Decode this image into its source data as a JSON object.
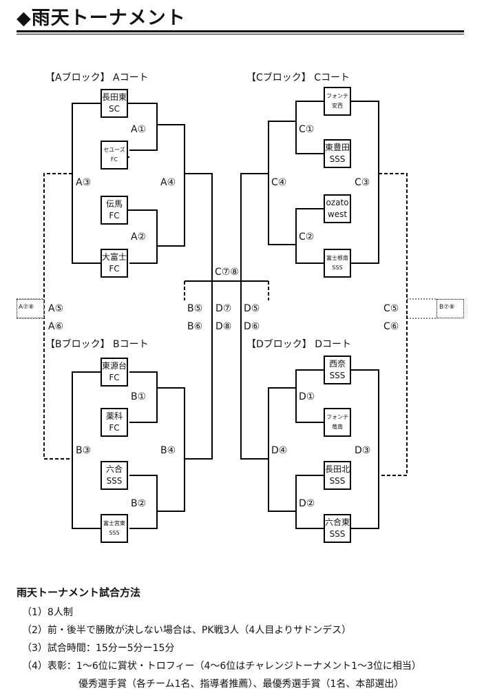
{
  "title": "◆雨天トーナメント",
  "blocks": {
    "A": "【Aブロック】 Aコート",
    "B": "【Bブロック】 Bコート",
    "C": "【Cブロック】 Cコート",
    "D": "【Dブロック】 Dコート"
  },
  "teams": {
    "a1": [
      "長田東",
      "SC"
    ],
    "a2": [
      "セユーズ",
      "FC"
    ],
    "a3": [
      "伝馬",
      "FC"
    ],
    "a4": [
      "大富士",
      "FC"
    ],
    "b1": [
      "東源台",
      "FC"
    ],
    "b2": [
      "薬科",
      "FC"
    ],
    "b3": [
      "六合",
      "SSS"
    ],
    "b4": [
      "富士宮東",
      "SSS"
    ],
    "c1": [
      "フォンテ",
      "安西"
    ],
    "c2": [
      "東豊田",
      "SSS"
    ],
    "c3": [
      "ozato",
      "west"
    ],
    "c4": [
      "富士根南",
      "SSS"
    ],
    "d1": [
      "西奈",
      "SSS"
    ],
    "d2": [
      "フォンテ",
      "竜南"
    ],
    "d3": [
      "長田北",
      "SSS"
    ],
    "d4": [
      "六合東",
      "SSS"
    ]
  },
  "matches": {
    "A1": "A①",
    "A2": "A②",
    "A3": "A③",
    "A4": "A④",
    "A5": "A⑤",
    "A6": "A⑥",
    "A78": "A⑦⑧",
    "B1": "B①",
    "B2": "B②",
    "B3": "B③",
    "B4": "B④",
    "B5": "B⑤",
    "B6": "B⑥",
    "B78": "B⑦⑧",
    "C1": "C①",
    "C2": "C②",
    "C3": "C③",
    "C4": "C④",
    "C5": "C⑤",
    "C6": "C⑥",
    "C78": "C⑦⑧",
    "D1": "D①",
    "D2": "D②",
    "D3": "D③",
    "D4": "D④",
    "D5": "D⑤",
    "D6": "D⑥",
    "D7": "D⑦",
    "D8": "D⑧"
  },
  "rules": {
    "heading": "雨天トーナメント試合方法",
    "items": [
      "（1）8人制",
      "（2）前・後半で勝敗が決しない場合は、PK戦3人（4人目よりサドンデス）",
      "（3）試合時間：15分ー5分ー15分",
      "（4）表彰：1～6位に賞状・トロフィー（4～6位はチャレンジトーナメント1～3位に相当）"
    ],
    "continuation": "優秀選手賞（各チーム1名、指導者推薦）、最優秀選手賞（1名、本部選出）"
  }
}
